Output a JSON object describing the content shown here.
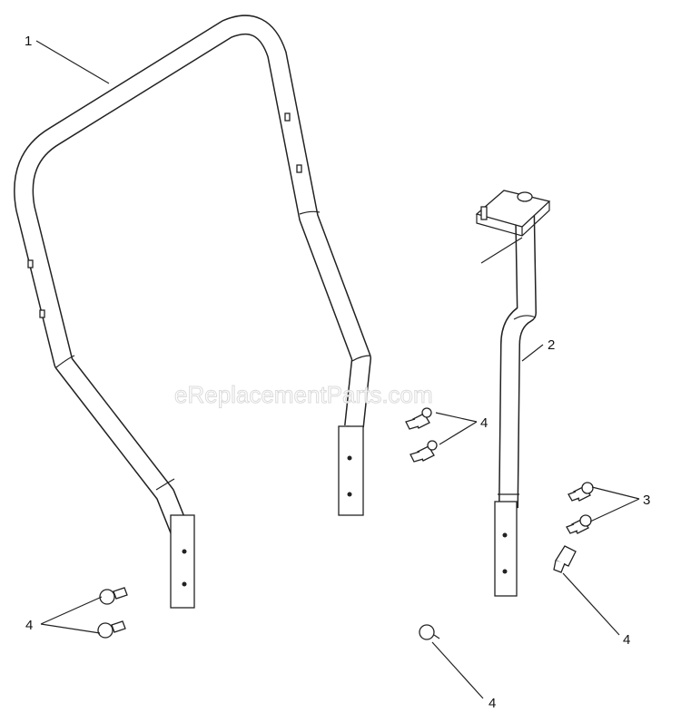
{
  "diagram": {
    "callouts": [
      {
        "id": "callout-1",
        "text": "1"
      },
      {
        "id": "callout-2",
        "text": "2"
      },
      {
        "id": "callout-3",
        "text": "3"
      },
      {
        "id": "callout-4a",
        "text": "4"
      },
      {
        "id": "callout-4b",
        "text": "4"
      },
      {
        "id": "callout-4c",
        "text": "4"
      },
      {
        "id": "callout-4d",
        "text": "4"
      }
    ],
    "watermark": "eReplacementParts.com"
  }
}
